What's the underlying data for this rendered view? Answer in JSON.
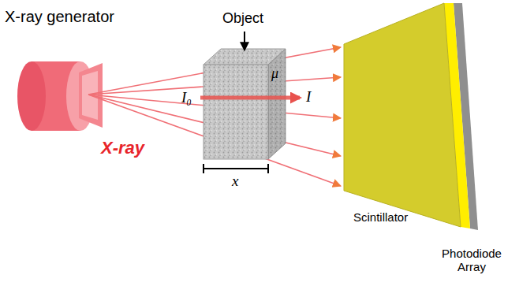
{
  "diagram": {
    "labels": [
      "X-ray generator",
      "X-ray",
      "Object",
      "μ",
      "I₀",
      "I",
      "x",
      "Scintillator",
      "Photodiode Array"
    ]
  }
}
